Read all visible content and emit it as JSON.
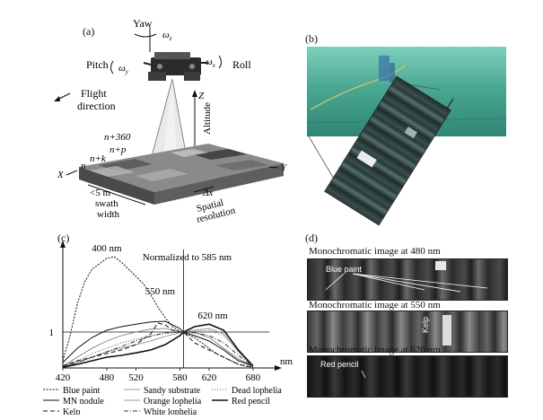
{
  "panels": {
    "a": {
      "label": "(a)",
      "yaw": "Yaw",
      "omega_z": "ω",
      "omega_z_sub": "z",
      "pitch": "Pitch",
      "omega_y": "ω",
      "omega_y_sub": "y",
      "roll": "Roll",
      "omega_x": "ω",
      "omega_x_sub": "x",
      "flight_direction_1": "Flight",
      "flight_direction_2": "direction",
      "altitude": "Altitude",
      "axis_z": "Z",
      "axis_x": "X",
      "axis_y": "Y",
      "n360": "n+360",
      "np": "n+p",
      "nk": "n+k",
      "n": "n",
      "swath_1": "<5 m",
      "swath_2": "swath",
      "swath_3": "width",
      "delta_x": "Δx",
      "spatial_1": "Spatial",
      "spatial_2": "resolution"
    },
    "b": {
      "label": "(b)"
    },
    "c": {
      "label": "(c)"
    },
    "d": {
      "label": "(d)",
      "titles": [
        "Monochromatic image at 480 nm",
        "Monochromatic image at 550 nm",
        "Monochromatic image at 620 nm"
      ],
      "strip1_label": "Blue paint",
      "strip2_label": "Kelp",
      "strip3_label": "Red pencil"
    }
  },
  "chart_data": {
    "type": "line",
    "title": "Normalized to 585 nm",
    "xlabel": "nm",
    "ylabel": "",
    "xlim": [
      420,
      690
    ],
    "x_ticks": [
      420,
      480,
      520,
      580,
      620,
      680
    ],
    "y_ticks": [
      1
    ],
    "peak_labels": [
      {
        "text": "400 nm",
        "x": 480,
        "y": 3.1
      },
      {
        "text": "550 nm",
        "x": 553,
        "y": 1.9
      },
      {
        "text": "620 nm",
        "x": 625,
        "y": 1.23
      }
    ],
    "normalization_wavelength": 585,
    "legend": [
      {
        "name": "Blue paint",
        "style": "dashed-fine"
      },
      {
        "name": "Sandy substrate",
        "style": "solid-thin"
      },
      {
        "name": "Dead lophelia",
        "style": "dotted"
      },
      {
        "name": "MN nodule",
        "style": "solid"
      },
      {
        "name": "Orange lophelia",
        "style": "solid-gray"
      },
      {
        "name": "Red pencil",
        "style": "solid-bold"
      },
      {
        "name": "Kelp",
        "style": "dashed"
      },
      {
        "name": "White lophelia",
        "style": "dash-dot"
      }
    ],
    "series": [
      {
        "name": "Blue paint",
        "x": [
          420,
          430,
          440,
          450,
          460,
          470,
          480,
          490,
          500,
          510,
          520,
          530,
          540,
          550,
          560,
          570,
          580,
          585,
          590,
          600,
          610,
          620,
          630,
          640,
          650,
          660,
          670,
          680
        ],
        "values": [
          0.2,
          0.9,
          1.8,
          2.4,
          2.75,
          2.9,
          3.05,
          3.1,
          2.95,
          2.75,
          2.55,
          2.35,
          2.05,
          1.7,
          1.4,
          1.15,
          1.02,
          1.0,
          0.93,
          0.85,
          0.7,
          0.55,
          0.4,
          0.3,
          0.2,
          0.1,
          0.05,
          0.02
        ]
      },
      {
        "name": "Sandy substrate",
        "x": [
          420,
          440,
          460,
          480,
          500,
          520,
          540,
          560,
          580,
          585,
          600,
          620,
          640,
          660,
          680
        ],
        "values": [
          0.05,
          0.3,
          0.55,
          0.75,
          0.9,
          1.0,
          1.08,
          1.1,
          1.02,
          1.0,
          0.98,
          0.85,
          0.55,
          0.25,
          0.05
        ]
      },
      {
        "name": "Dead lophelia",
        "x": [
          420,
          440,
          460,
          480,
          500,
          520,
          540,
          560,
          580,
          585,
          600,
          620,
          640,
          660,
          680
        ],
        "values": [
          0.05,
          0.2,
          0.4,
          0.55,
          0.7,
          0.8,
          0.9,
          0.96,
          1.0,
          1.0,
          1.02,
          1.05,
          0.9,
          0.5,
          0.1
        ]
      },
      {
        "name": "MN nodule",
        "x": [
          420,
          440,
          460,
          480,
          500,
          520,
          540,
          560,
          580,
          585,
          600,
          620,
          640,
          660,
          680
        ],
        "values": [
          0.15,
          0.55,
          0.85,
          1.05,
          1.15,
          1.22,
          1.28,
          1.3,
          1.1,
          1.0,
          0.9,
          0.75,
          0.5,
          0.2,
          0.05
        ]
      },
      {
        "name": "Orange lophelia",
        "x": [
          420,
          440,
          460,
          480,
          500,
          520,
          540,
          560,
          580,
          585,
          600,
          620,
          640,
          660,
          680
        ],
        "values": [
          0.05,
          0.15,
          0.3,
          0.45,
          0.55,
          0.65,
          0.75,
          0.88,
          0.98,
          1.0,
          1.05,
          1.1,
          0.95,
          0.45,
          0.05
        ]
      },
      {
        "name": "Red pencil",
        "x": [
          420,
          440,
          460,
          480,
          500,
          520,
          540,
          560,
          580,
          585,
          600,
          620,
          640,
          660,
          680
        ],
        "values": [
          0.02,
          0.1,
          0.2,
          0.3,
          0.35,
          0.42,
          0.5,
          0.65,
          0.9,
          1.0,
          1.15,
          1.22,
          1.05,
          0.5,
          0.05
        ]
      },
      {
        "name": "Kelp",
        "x": [
          420,
          440,
          460,
          480,
          500,
          520,
          540,
          550,
          560,
          570,
          580,
          585,
          600,
          620,
          640,
          660,
          680
        ],
        "values": [
          0.05,
          0.2,
          0.3,
          0.4,
          0.5,
          0.65,
          0.95,
          1.25,
          1.2,
          1.05,
          1.0,
          1.0,
          0.7,
          0.5,
          0.3,
          0.1,
          0.02
        ]
      },
      {
        "name": "White lophelia",
        "x": [
          420,
          440,
          460,
          480,
          500,
          520,
          540,
          560,
          580,
          585,
          600,
          620,
          640,
          660,
          680
        ],
        "values": [
          0.03,
          0.15,
          0.3,
          0.45,
          0.6,
          0.75,
          0.88,
          0.98,
          1.0,
          1.0,
          0.98,
          0.9,
          0.7,
          0.35,
          0.05
        ]
      }
    ]
  },
  "colors": {
    "water": "#3f9e8a",
    "water_light": "#6cc4b0",
    "ink": "#111111"
  }
}
